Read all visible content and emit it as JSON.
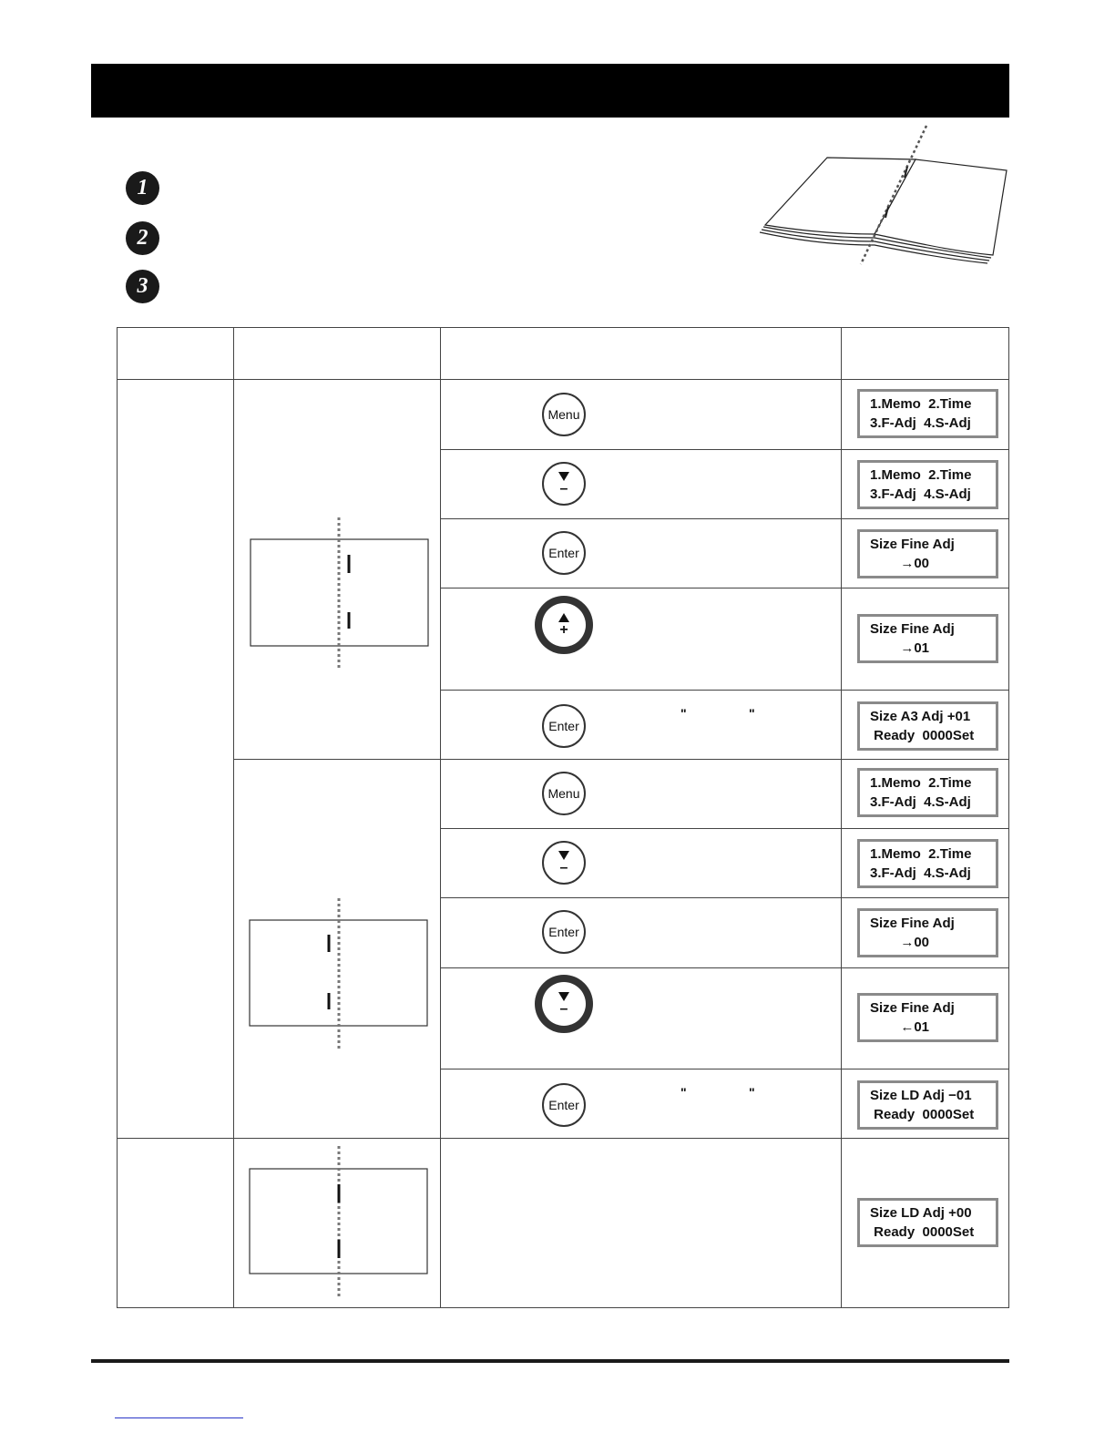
{
  "steps": [
    "1",
    "2",
    "3"
  ],
  "buttons": {
    "menu": "Menu",
    "enter": "Enter",
    "minus": "–",
    "plus": "+"
  },
  "quote_mark": "\"",
  "displays": {
    "r1": {
      "line1": "1.Memo  2.Time",
      "line2": "3.F-Adj  4.S-Adj"
    },
    "r2": {
      "line1": "1.Memo  2.Time",
      "line2": "3.F-Adj  4.S-Adj"
    },
    "r3": {
      "line1": "Size Fine Adj",
      "line2": "        →00"
    },
    "r4": {
      "line1": "Size Fine Adj",
      "line2": "        →01"
    },
    "r5": {
      "line1": "Size A3 Adj +01",
      "line2": " Ready  0000Set"
    },
    "r6": {
      "line1": "1.Memo  2.Time",
      "line2": "3.F-Adj  4.S-Adj"
    },
    "r7": {
      "line1": "1.Memo  2.Time",
      "line2": "3.F-Adj  4.S-Adj"
    },
    "r8": {
      "line1": "Size Fine Adj",
      "line2": "        →00"
    },
    "r9": {
      "line1": "Size Fine Adj",
      "line2": "        ←01"
    },
    "r10": {
      "line1": "Size LD Adj −01",
      "line2": " Ready  0000Set"
    },
    "r11": {
      "line1": "Size LD Adj +00",
      "line2": " Ready  0000Set"
    }
  },
  "icons": {
    "book": "open-booklet-icon",
    "diagram": "fold-diagram-icon",
    "arrow_down": "triangle-down-icon",
    "arrow_up": "triangle-up-icon"
  }
}
